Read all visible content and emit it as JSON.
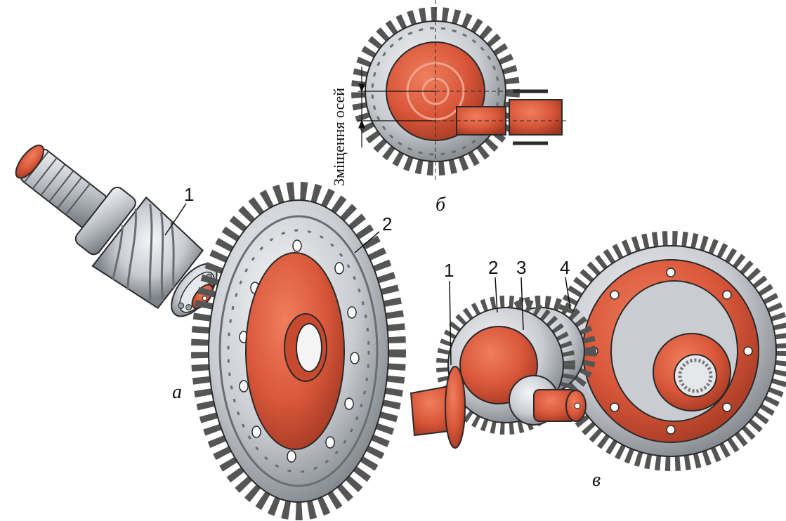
{
  "colors": {
    "copper": "#d9573a",
    "copper_dark": "#a83a22",
    "steel": "#c9ccd1",
    "steel_dark": "#7e838a",
    "outline": "#2a2a2a"
  },
  "panel_a": {
    "label": "а",
    "callouts": [
      "1",
      "2"
    ]
  },
  "panel_b": {
    "label": "б",
    "offset_label": "Зміщення осей"
  },
  "panel_c": {
    "label": "в",
    "callouts": [
      "1",
      "2",
      "3",
      "4"
    ]
  }
}
